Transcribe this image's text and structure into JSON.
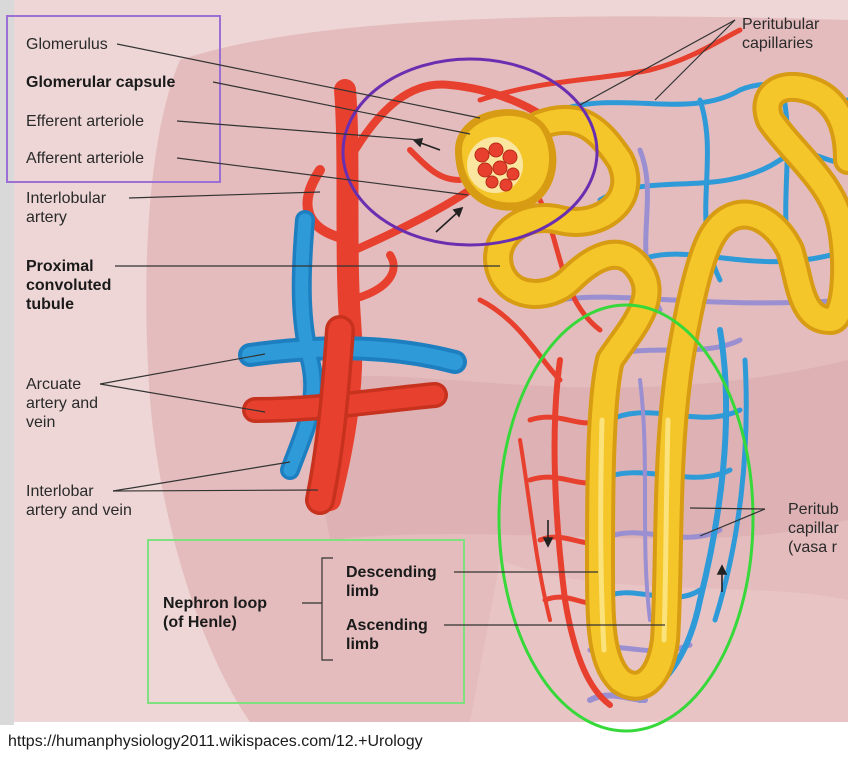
{
  "labels": {
    "glomerulus": "Glomerulus",
    "glomerular_capsule": "Glomerular capsule",
    "efferent_arteriole": "Efferent arteriole",
    "afferent_arteriole": "Afferent arteriole",
    "interlobular_artery": "Interlobular\nartery",
    "proximal_convoluted_tubule": "Proximal\nconvoluted\ntubule",
    "arcuate_artery_vein": "Arcuate\nartery and\nvein",
    "interlobar_artery_vein": "Interlobar\nartery and vein",
    "peritubular_capillaries_top": "Peritubular\ncapillaries",
    "peritubular_capillaries_right": "Peritub\ncapillar\n(vasa r",
    "nephron_loop": "Nephron loop\n(of Henle)",
    "descending_limb": "Descending\nlimb",
    "ascending_limb": "Ascending\nlimb"
  },
  "caption": "https://humanphysiology2011.wikispaces.com/12.+Urology",
  "colors": {
    "tissue": "#e7c3c4",
    "tissue_dark": "#d4a1a4",
    "artery": "#e8402e",
    "vein": "#2f9ad8",
    "capillary_purple": "#9a8fd0",
    "tubule": "#f4c62a",
    "tubule_edge": "#d79c13",
    "purple_annotation": "#6a2fb0",
    "green_annotation": "#37d83a",
    "leader": "#333333"
  }
}
